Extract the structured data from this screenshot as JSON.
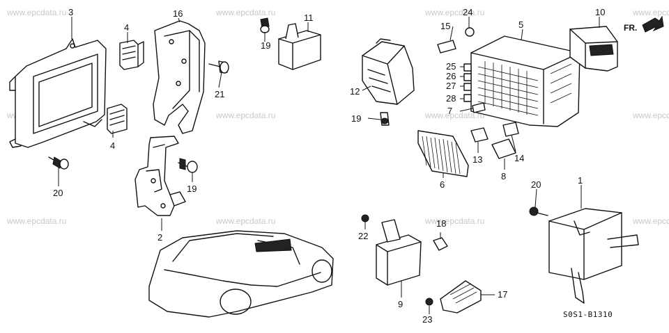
{
  "watermark": "www.epcdata.ru",
  "direction_label": "FR.",
  "diagram_code": "S0S1-B1310",
  "callouts": [
    "1",
    "2",
    "3",
    "4",
    "4",
    "5",
    "6",
    "7",
    "8",
    "9",
    "10",
    "11",
    "12",
    "13",
    "14",
    "15",
    "16",
    "17",
    "18",
    "19",
    "19",
    "19",
    "20",
    "20",
    "21",
    "22",
    "23",
    "24",
    "25",
    "26",
    "27",
    "28"
  ]
}
